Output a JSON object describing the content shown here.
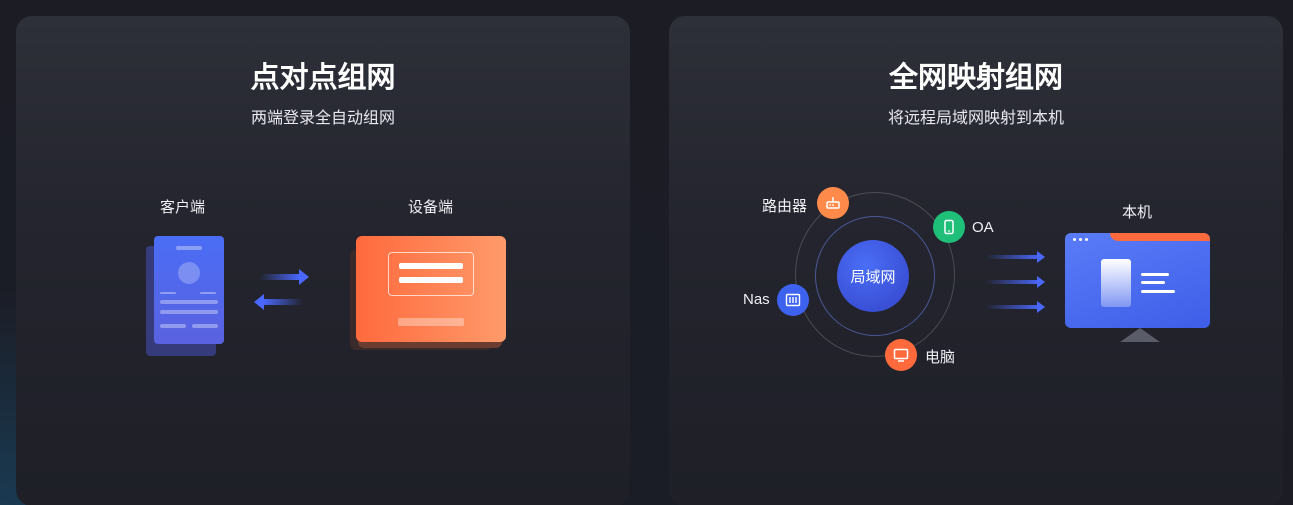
{
  "left_card": {
    "title": "点对点组网",
    "subtitle": "两端登录全自动组网",
    "client_label": "客户端",
    "device_label": "设备端"
  },
  "right_card": {
    "title": "全网映射组网",
    "subtitle": "将远程局域网映射到本机",
    "hub_label": "局域网",
    "nodes": {
      "router": "路由器",
      "oa": "OA",
      "nas": "Nas",
      "pc": "电脑"
    },
    "local_label": "本机"
  },
  "colors": {
    "accent_blue": "#4a68ff",
    "accent_orange": "#ff7a45",
    "accent_green": "#1fbf7a"
  },
  "icons": [
    "router-icon",
    "phone-icon",
    "nas-icon",
    "monitor-icon"
  ]
}
